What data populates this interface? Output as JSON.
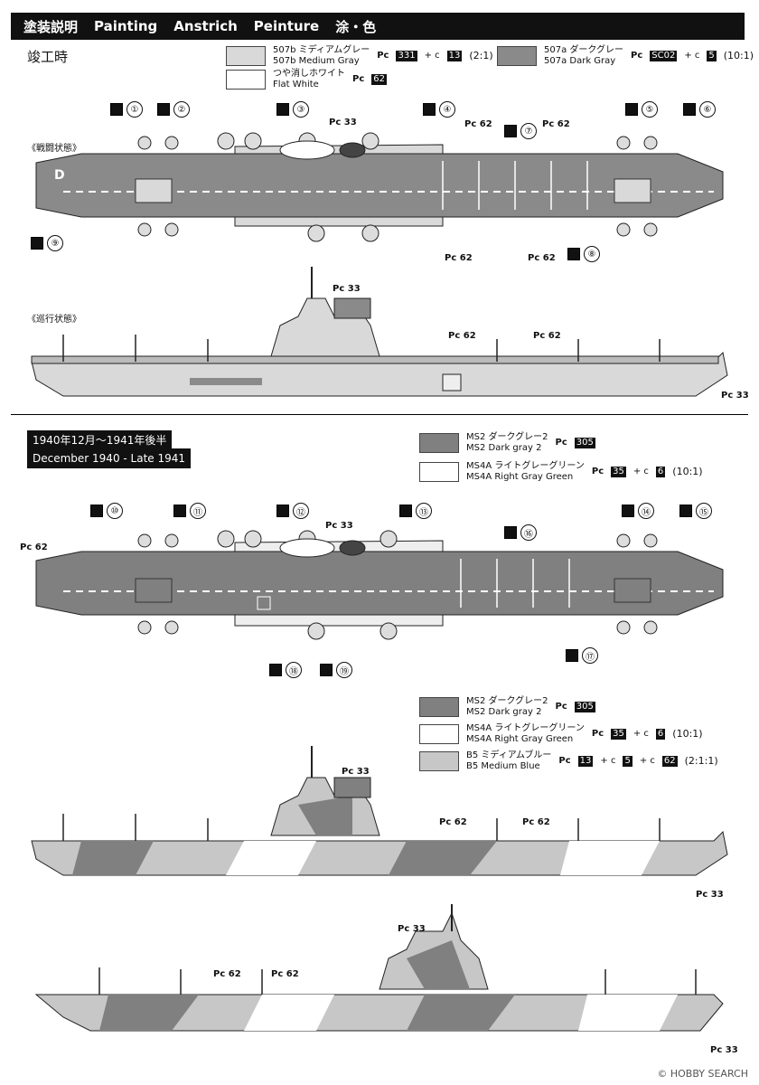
{
  "header": {
    "items": [
      "塗装説明",
      "Painting",
      "Anstrich",
      "Peinture",
      "涂・色"
    ]
  },
  "section1": {
    "title": "竣工時",
    "legend": [
      {
        "jp": "507b ミディアムグレー",
        "en": "507b Medium Gray",
        "pc": "Pc",
        "codes": [
          "331",
          "13"
        ],
        "ratio": "(2:1)",
        "color": "#d9d9d9"
      },
      {
        "jp": "つや消しホワイト",
        "en": "Flat White",
        "pc": "Pc",
        "codes": [
          "62"
        ],
        "ratio": "",
        "color": "#ffffff"
      },
      {
        "jp": "507a ダークグレー",
        "en": "507a Dark Gray",
        "pc": "Pc",
        "codes": [
          "SC02",
          "5"
        ],
        "ratio": "(10:1)",
        "color": "#8a8a8a"
      }
    ],
    "plan_label": "《戦闘状態》",
    "side_label": "《巡行状態》",
    "numbers": [
      "①",
      "②",
      "③",
      "④",
      "⑤",
      "⑥",
      "⑦",
      "⑧",
      "⑨"
    ]
  },
  "section2": {
    "date_jp": "1940年12月～1941年後半",
    "date_en": "December 1940 - Late 1941",
    "legend": [
      {
        "jp": "MS2 ダークグレー2",
        "en": "MS2 Dark gray 2",
        "pc": "Pc",
        "codes": [
          "305"
        ],
        "ratio": "",
        "color": "#808080"
      },
      {
        "jp": "MS4A ライトグレーグリーン",
        "en": "MS4A Right Gray Green",
        "pc": "Pc",
        "codes": [
          "35",
          "6"
        ],
        "ratio": "(10:1)",
        "color": "#ffffff"
      }
    ],
    "legend_b": [
      {
        "jp": "MS2 ダークグレー2",
        "en": "MS2 Dark gray 2",
        "pc": "Pc",
        "codes": [
          "305"
        ],
        "ratio": "",
        "color": "#808080"
      },
      {
        "jp": "MS4A ライトグレーグリーン",
        "en": "MS4A Right Gray Green",
        "pc": "Pc",
        "codes": [
          "35",
          "6"
        ],
        "ratio": "(10:1)",
        "color": "#ffffff"
      },
      {
        "jp": "B5 ミディアムブルー",
        "en": "B5 Medium Blue",
        "pc": "Pc",
        "codes": [
          "13",
          "5",
          "62"
        ],
        "ratio": "(2:1:1)",
        "color": "#c7c7c7"
      }
    ],
    "numbers": [
      "⑩",
      "⑪",
      "⑫",
      "⑬",
      "⑭",
      "⑮",
      "⑯",
      "⑰",
      "⑱",
      "⑲"
    ]
  },
  "callouts": {
    "pc33": "Pc 33",
    "pc62": "Pc 62"
  },
  "footer": "© HOBBY SEARCH"
}
